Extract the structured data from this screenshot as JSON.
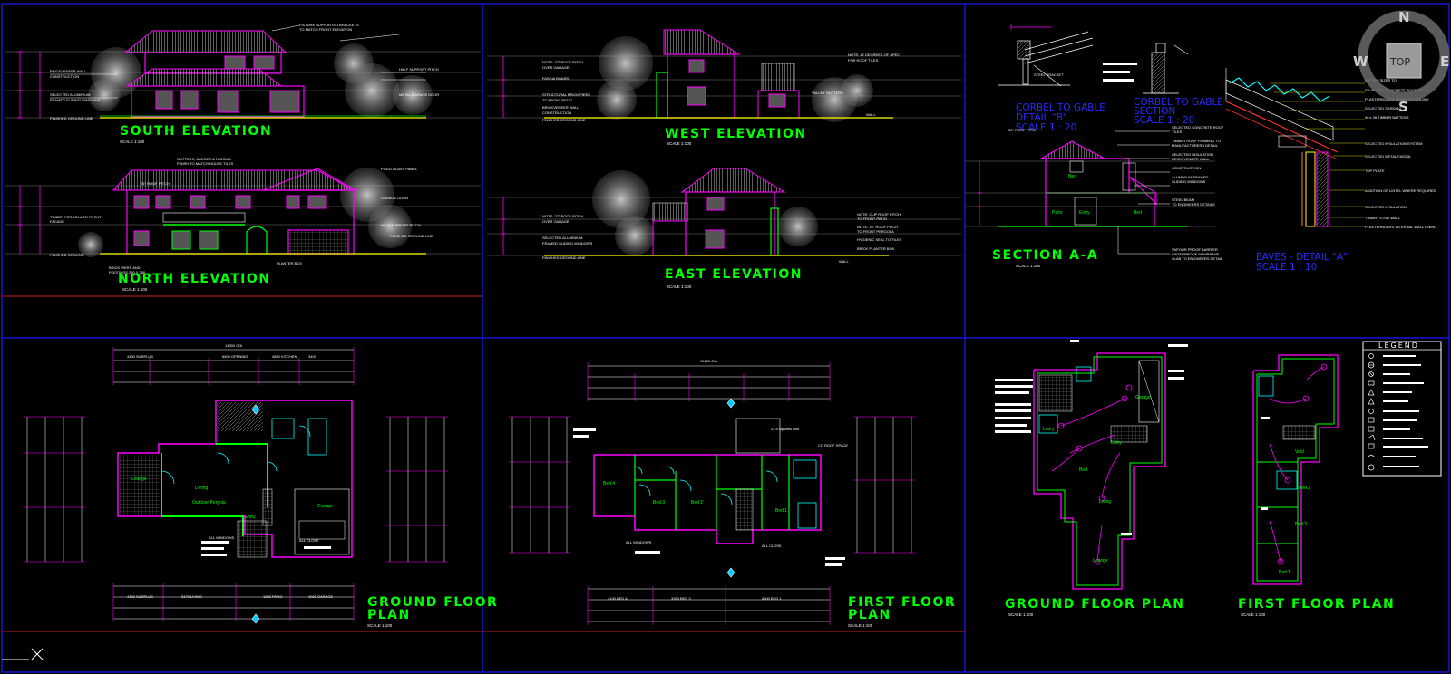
{
  "sheets": {
    "south_elevation": {
      "title": "SOUTH ELEVATION"
    },
    "north_elevation": {
      "title": "NORTH ELEVATION"
    },
    "west_elevation": {
      "title": "WEST ELEVATION"
    },
    "east_elevation": {
      "title": "EAST ELEVATION"
    },
    "section_a_a": {
      "title": "SECTION A-A"
    },
    "corbel_b": {
      "title_line1": "CORBEL TO GABLE",
      "title_line2": "DETAIL \"B\"",
      "title_line3": "SCALE 1 : 20"
    },
    "corbel_c": {
      "title_line1": "CORBEL TO GABLE",
      "title_line2": "SECTION",
      "title_line3": "SCALE 1 : 20"
    },
    "eaves_detail": {
      "title_line1": "EAVES - DETAIL \"A\"",
      "title_line2": "SCALE 1 : 10"
    },
    "ground_floor_plan_dim": {
      "title_line1": "GROUND FLOOR",
      "title_line2": "PLAN"
    },
    "first_floor_plan_dim": {
      "title_line1": "FIRST FLOOR",
      "title_line2": "PLAN"
    },
    "ground_floor_plan_elec": {
      "title": "GROUND FLOOR PLAN"
    },
    "first_floor_plan_elec": {
      "title": "FIRST FLOOR PLAN"
    }
  },
  "legend": {
    "title": "LEGEND"
  },
  "viewcube": {
    "north": "N",
    "south": "S",
    "west": "W",
    "east": "E",
    "face": "TOP"
  },
  "colors": {
    "background": "#000000",
    "viewport_border": "#1a1aff",
    "title_green": "#00ff00",
    "wall_magenta": "#ff00ff",
    "detail_blue": "#2a2aff",
    "layout_red": "#d02020",
    "line_white": "#ffffff"
  },
  "icons": {
    "ucs": "ucs-axis-icon",
    "viewcube": "viewcube-icon"
  }
}
